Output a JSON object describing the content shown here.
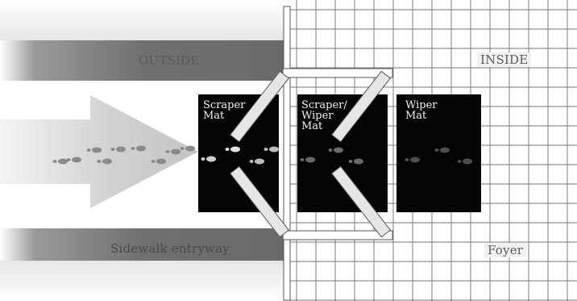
{
  "labels": {
    "outside": "OUTSIDE",
    "inside": "INSIDE",
    "sidewalk": "Sidewalk entryway",
    "foyer": "Foyer"
  },
  "mats": [
    {
      "label": "Scraper\nMat"
    },
    {
      "label": "Scraper/\nWiper\nMat"
    },
    {
      "label": "Wiper\nMat"
    }
  ],
  "colors": {
    "grid": "#7a7a7a",
    "band": "#6f6f6f",
    "mat": "#050505",
    "footprint": "#6e6e6e",
    "arrow": "#c8c8c8"
  }
}
